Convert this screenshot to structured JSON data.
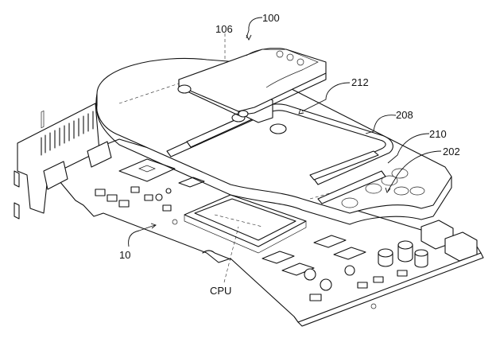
{
  "figure": {
    "type": "patent-drawing",
    "subject": "graphics card with heat pipe cooling assembly",
    "colors": {
      "line": "#111111",
      "background": "#ffffff"
    }
  },
  "labels": {
    "assembly": "100",
    "fan_plate": "106",
    "fan_mount": "212",
    "heat_pipe": "208",
    "pipe_bend": "210",
    "heat_sink_base": "202",
    "circuit_board": "10",
    "cpu": "CPU"
  }
}
